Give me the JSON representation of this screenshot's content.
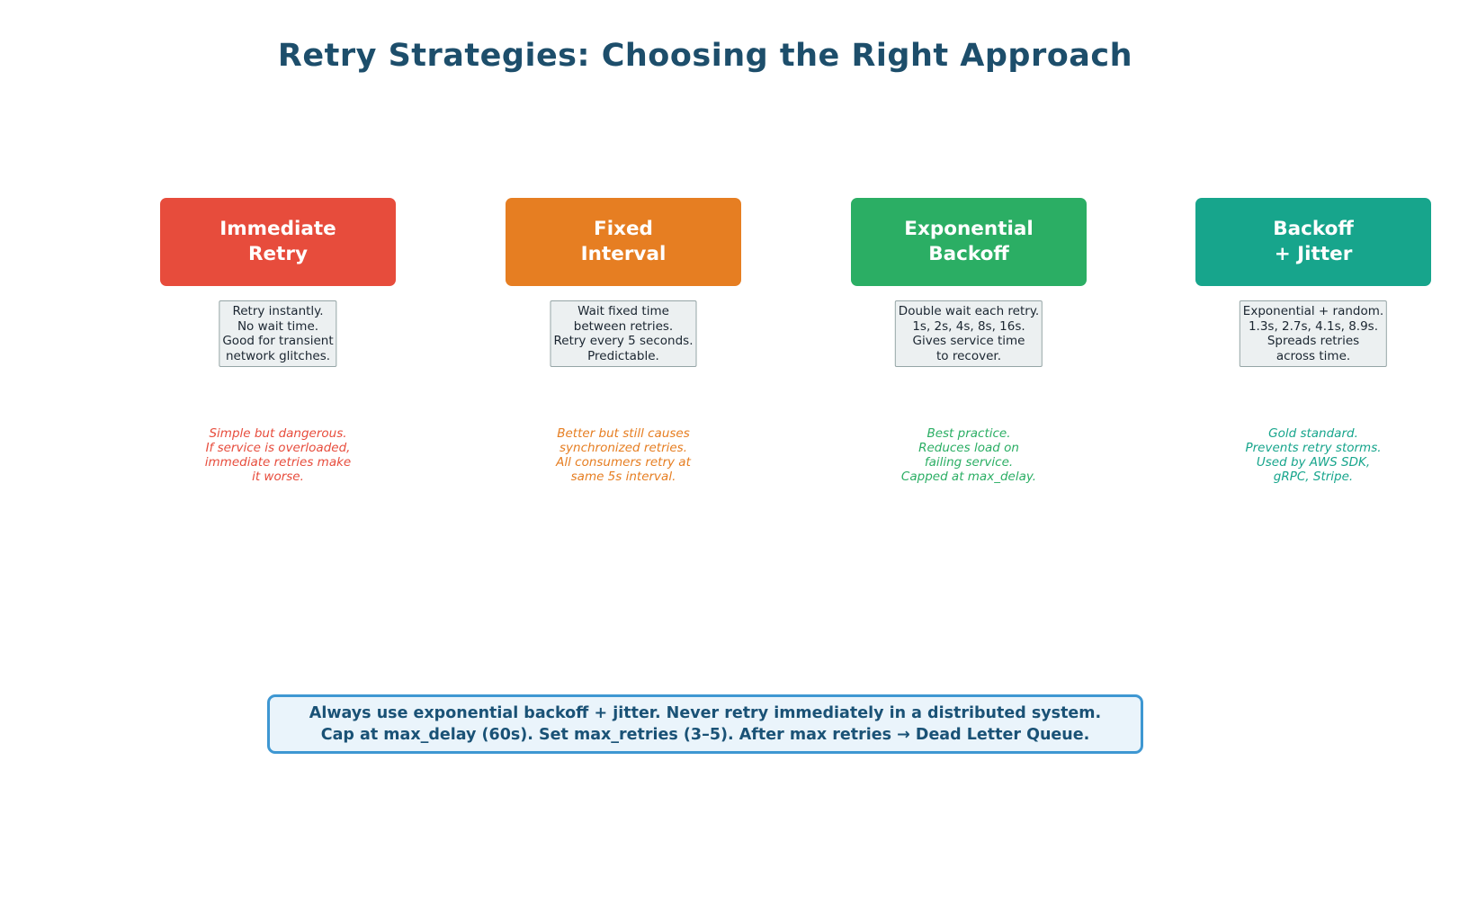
{
  "page": {
    "title": "Retry Strategies: Choosing the Right Approach",
    "title_color": "#1D4E6B",
    "background": "#FFFFFF"
  },
  "strategies": [
    {
      "name": "Immediate Retry",
      "color": "#E74C3C",
      "title_lines": [
        "Immediate",
        "Retry"
      ],
      "description_lines": [
        "Retry instantly.",
        "No wait time.",
        "Good for transient",
        "network glitches."
      ],
      "note_lines": [
        "Simple but dangerous.",
        "If service is overloaded,",
        "immediate retries make",
        "it worse."
      ]
    },
    {
      "name": "Fixed Interval",
      "color": "#E67E22",
      "title_lines": [
        "Fixed",
        "Interval"
      ],
      "description_lines": [
        "Wait fixed time",
        "between retries.",
        "Retry every 5 seconds.",
        "Predictable."
      ],
      "note_lines": [
        "Better but still causes",
        "synchronized retries.",
        "All consumers retry at",
        "same 5s interval."
      ]
    },
    {
      "name": "Exponential Backoff",
      "color": "#2BAE64",
      "title_lines": [
        "Exponential",
        "Backoff"
      ],
      "description_lines": [
        "Double wait each retry.",
        "1s, 2s, 4s, 8s, 16s.",
        "Gives service time",
        "to recover."
      ],
      "note_lines": [
        "Best practice.",
        "Reduces load on",
        "failing service.",
        "Capped at max_delay."
      ]
    },
    {
      "name": "Backoff + Jitter",
      "color": "#17A58C",
      "title_lines": [
        "Backoff",
        "+ Jitter"
      ],
      "description_lines": [
        "Exponential + random.",
        "1.3s, 2.7s, 4.1s, 8.9s.",
        "Spreads retries",
        "across time."
      ],
      "note_lines": [
        "Gold standard.",
        "Prevents retry storms.",
        "Used by AWS SDK,",
        "gRPC, Stripe."
      ]
    }
  ],
  "description_box_style": {
    "background": "#ECF0F1",
    "border": "#95A5A6",
    "text": "#1B2631"
  },
  "recommendation": {
    "lines": [
      "Always use exponential backoff + jitter. Never retry immediately in a distributed system.",
      "Cap at max_delay (60s). Set max_retries (3–5). After max retries → Dead Letter Queue."
    ],
    "background": "#EAF4FB",
    "border_color": "#3E97D2",
    "text_color": "#1A5276"
  }
}
